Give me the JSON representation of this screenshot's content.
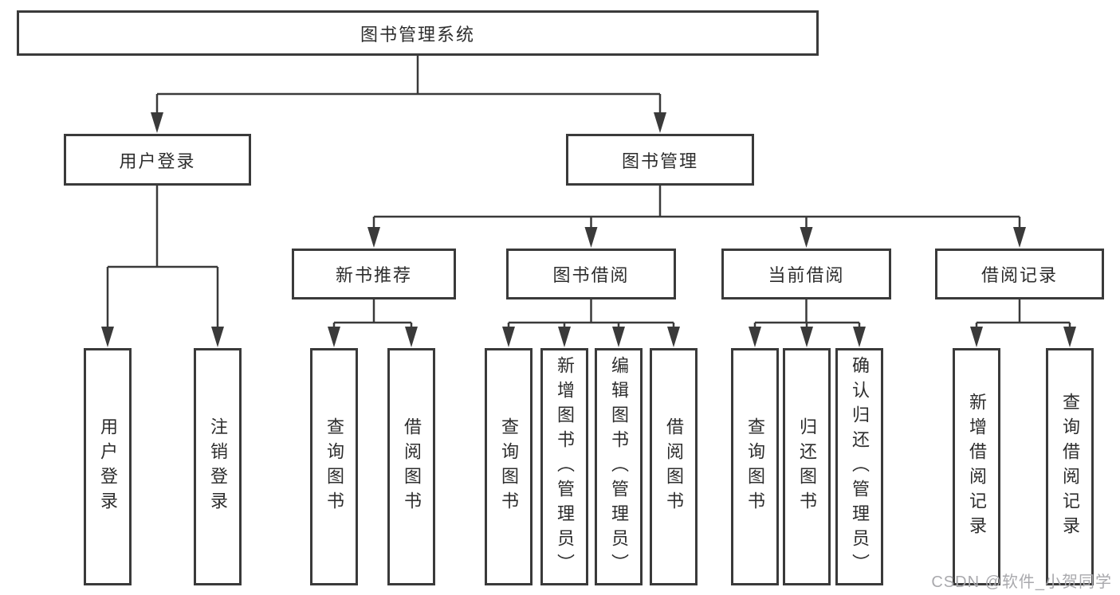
{
  "diagram": {
    "title": "图书管理系统",
    "type": "hierarchy-tree",
    "nodes": {
      "root": {
        "label": "图书管理系统"
      },
      "level2": [
        {
          "label": "用户登录",
          "parent": "图书管理系统"
        },
        {
          "label": "图书管理",
          "parent": "图书管理系统"
        }
      ],
      "level3": [
        {
          "label": "新书推荐",
          "parent": "图书管理"
        },
        {
          "label": "图书借阅",
          "parent": "图书管理"
        },
        {
          "label": "当前借阅",
          "parent": "图书管理"
        },
        {
          "label": "借阅记录",
          "parent": "图书管理"
        }
      ],
      "leaves": [
        {
          "label": "用户登录",
          "parent": "用户登录"
        },
        {
          "label": "注销登录",
          "parent": "用户登录"
        },
        {
          "label": "查询图书",
          "parent": "新书推荐"
        },
        {
          "label": "借阅图书",
          "parent": "新书推荐"
        },
        {
          "label": "查询图书",
          "parent": "图书借阅"
        },
        {
          "label": "新增图书（管理员）",
          "parent": "图书借阅"
        },
        {
          "label": "编辑图书（管理员）",
          "parent": "图书借阅"
        },
        {
          "label": "借阅图书",
          "parent": "图书借阅"
        },
        {
          "label": "查询图书",
          "parent": "当前借阅"
        },
        {
          "label": "归还图书",
          "parent": "当前借阅"
        },
        {
          "label": "确认归还（管理员）",
          "parent": "当前借阅"
        },
        {
          "label": "新增借阅记录",
          "parent": "借阅记录"
        },
        {
          "label": "查询借阅记录",
          "parent": "借阅记录"
        }
      ]
    },
    "colors": {
      "line": "#3a3a3a",
      "text": "#2d2d2d",
      "background": "#ffffff",
      "watermark": "#a9a9ad"
    }
  },
  "watermark": {
    "text": "CSDN @软件_小贺同学"
  }
}
